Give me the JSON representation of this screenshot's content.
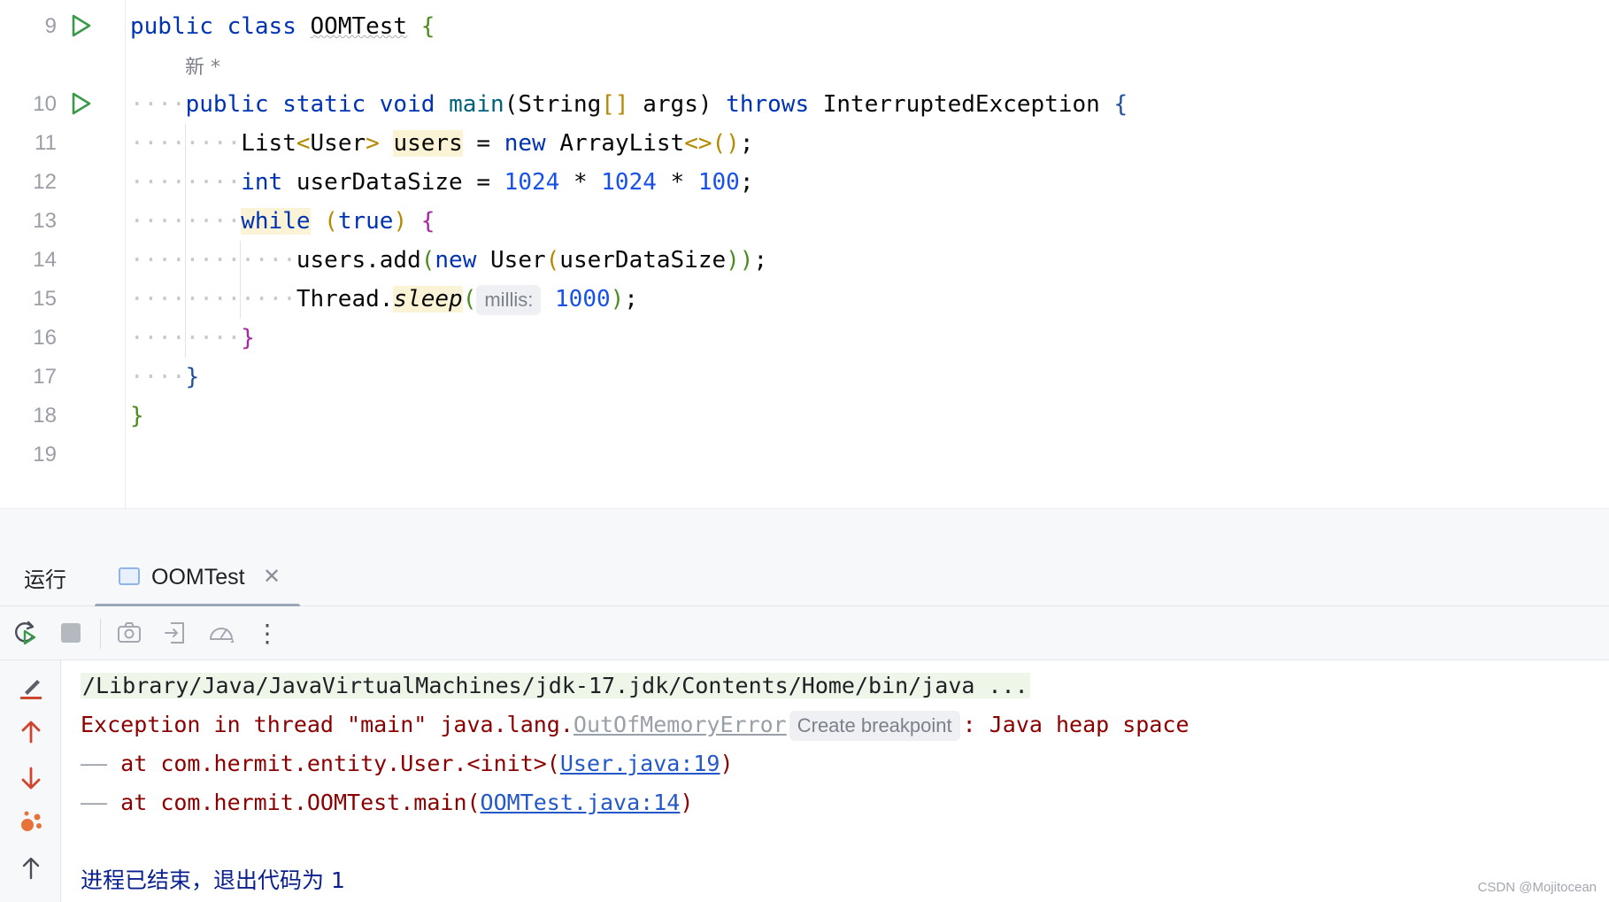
{
  "editor": {
    "line_numbers": [
      "9",
      "10",
      "11",
      "12",
      "13",
      "14",
      "15",
      "16",
      "17",
      "18",
      "19"
    ],
    "new_hint": "新 *",
    "code": {
      "l9_public": "public",
      "l9_class": "class",
      "l9_name": "OOMTest",
      "l9_brace": "{",
      "l10_public": "public",
      "l10_static": "static",
      "l10_void": "void",
      "l10_main": "main",
      "l10_lparen": "(",
      "l10_string": "String",
      "l10_arr": "[]",
      "l10_args": "args",
      "l10_rparen": ")",
      "l10_throws": "throws",
      "l10_exc": "InterruptedException",
      "l10_brace": "{",
      "l11_list": "List",
      "l11_lt": "<",
      "l11_user": "User",
      "l11_gt": ">",
      "l11_users": "users",
      "l11_eq": "=",
      "l11_new": "new",
      "l11_arraylist": "ArrayList",
      "l11_diamond": "<>",
      "l11_parens": "()",
      "l11_semi": ";",
      "l12_int": "int",
      "l12_var": "userDataSize",
      "l12_eq": "=",
      "l12_n1": "1024",
      "l12_op1": "*",
      "l12_n2": "1024",
      "l12_op2": "*",
      "l12_n3": "100",
      "l12_semi": ";",
      "l13_while": "while",
      "l13_lparen": "(",
      "l13_true": "true",
      "l13_rparen": ")",
      "l13_brace": "{",
      "l14_call": "users.add",
      "l14_lparen": "(",
      "l14_new": "new",
      "l14_user": "User",
      "l14_lparen2": "(",
      "l14_arg": "userDataSize",
      "l14_rparens": "))",
      "l14_semi": ";",
      "l15_thread": "Thread.",
      "l15_sleep": "sleep",
      "l15_lparen": "(",
      "l15_hint": "millis:",
      "l15_num": "1000",
      "l15_rparen": ")",
      "l15_semi": ";",
      "l16_brace": "}",
      "l17_brace": "}",
      "l18_brace": "}"
    }
  },
  "run_panel": {
    "title": "运行",
    "tab_label": "OOMTest",
    "tab_close": "✕",
    "toolbar_more": "⋮",
    "console": {
      "cmd": "/Library/Java/JavaVirtualMachines/jdk-17.jdk/Contents/Home/bin/java ...",
      "exception_prefix": "Exception in thread \"main\" java.lang.",
      "exception_class": "OutOfMemoryError",
      "breakpoint_hint": "Create breakpoint",
      "exception_suffix": ": Java heap space",
      "trace1_dash": "——",
      "trace1_text": " at com.hermit.entity.User.<init>(",
      "trace1_link": "User.java:19",
      "trace1_close": ")",
      "trace2_dash": "——",
      "trace2_text": " at com.hermit.OOMTest.main(",
      "trace2_link": "OOMTest.java:14",
      "trace2_close": ")",
      "exit": "进程已结束，退出代码为 1"
    }
  },
  "watermark": "CSDN @Mojitocean",
  "colors": {
    "keyword": "#0033b3",
    "number": "#1750eb",
    "error": "#8b0000",
    "link": "#2458c8",
    "run_icon": "#3a9a4a"
  }
}
